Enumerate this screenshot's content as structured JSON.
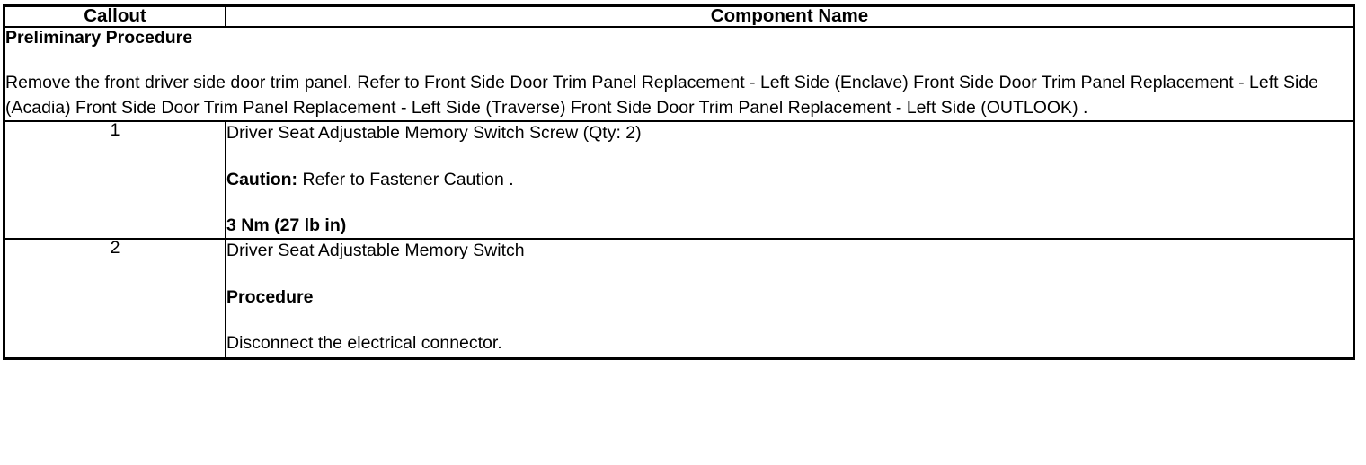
{
  "table": {
    "headers": {
      "callout": "Callout",
      "component_name": "Component Name"
    },
    "preliminary": {
      "title": "Preliminary Procedure",
      "body": "Remove the front driver side door trim panel. Refer to Front Side Door Trim Panel Replacement - Left Side (Enclave) Front Side Door Trim Panel Replacement - Left Side (Acadia) Front Side Door Trim Panel Replacement - Left Side (Traverse) Front Side Door Trim Panel Replacement - Left Side (OUTLOOK) ."
    },
    "rows": [
      {
        "callout": "1",
        "name": "Driver Seat Adjustable Memory Switch Screw (Qty: 2)",
        "caution_label": "Caution:",
        "caution_text": " Refer to Fastener Caution .",
        "torque": "3 Nm (27 lb in)"
      },
      {
        "callout": "2",
        "name": "Driver Seat Adjustable Memory Switch",
        "procedure_label": "Procedure",
        "procedure_text": "Disconnect the electrical connector."
      }
    ]
  },
  "colors": {
    "border": "#000000",
    "text": "#000000",
    "background": "#ffffff"
  }
}
